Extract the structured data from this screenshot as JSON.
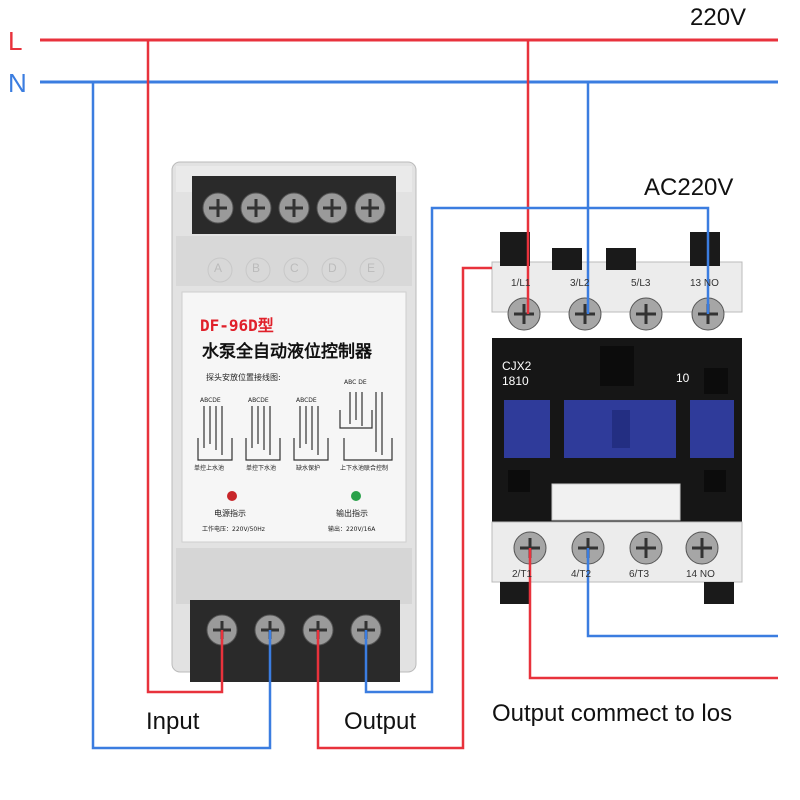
{
  "lines": {
    "l_label": "L",
    "n_label": "N",
    "voltage": "220V"
  },
  "labels": {
    "ac": "AC220V",
    "input": "Input",
    "output": "Output",
    "output_connect": "Output commect to los"
  },
  "controller": {
    "model": "DF-96D型",
    "title": "水泵全自动液位控制器",
    "probe_heading": "探头安放位置接线图:",
    "probe_letters": [
      "A",
      "B",
      "C",
      "D",
      "E"
    ],
    "diagram_letters": [
      "ABCDE",
      "ABCDE",
      "ABCDE",
      "ABC DE"
    ],
    "modes": [
      "单控上水池",
      "单控下水池",
      "缺水保护",
      "上下水池联合控制"
    ],
    "power_indicator": "电源指示",
    "output_indicator": "输出指示",
    "work_voltage": "工作电压：220V/50Hz",
    "output_rating": "输出：220V/16A"
  },
  "contactor": {
    "model_line1": "CJX2",
    "model_line2": "1810",
    "code": "10",
    "top_terminals": [
      "1/L1",
      "3/L2",
      "5/L3",
      "13 NO"
    ],
    "bottom_terminals": [
      "2/T1",
      "4/T2",
      "6/T3",
      "14 NO"
    ]
  },
  "colors": {
    "live": "#e8323c",
    "neutral": "#3b7de0",
    "controller_body": "#e4e4e4",
    "contactor_body": "#151515",
    "contactor_blue": "#2f3b9a"
  }
}
